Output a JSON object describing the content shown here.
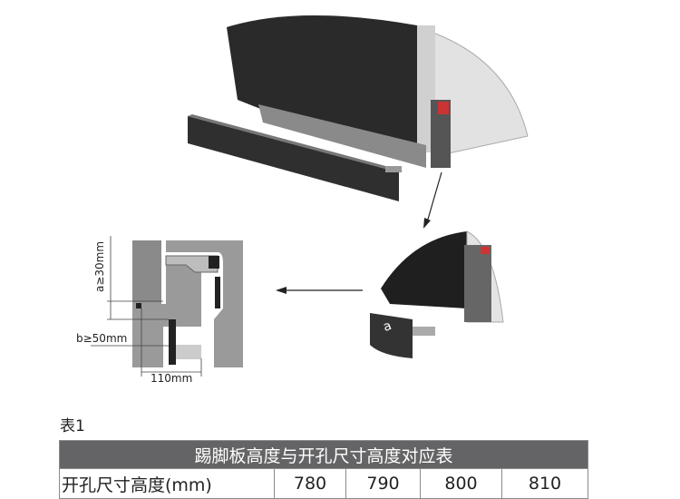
{
  "figure": {
    "dimension_a": "a≥30mm",
    "dimension_b": "b≥50mm",
    "dimension_depth": "110mm",
    "detail_label": "a"
  },
  "table": {
    "caption": "表1",
    "title": "踢脚板高度与开孔尺寸高度对应表",
    "row_label": "开孔尺寸高度(mm)",
    "values": [
      "780",
      "790",
      "800",
      "810"
    ]
  }
}
